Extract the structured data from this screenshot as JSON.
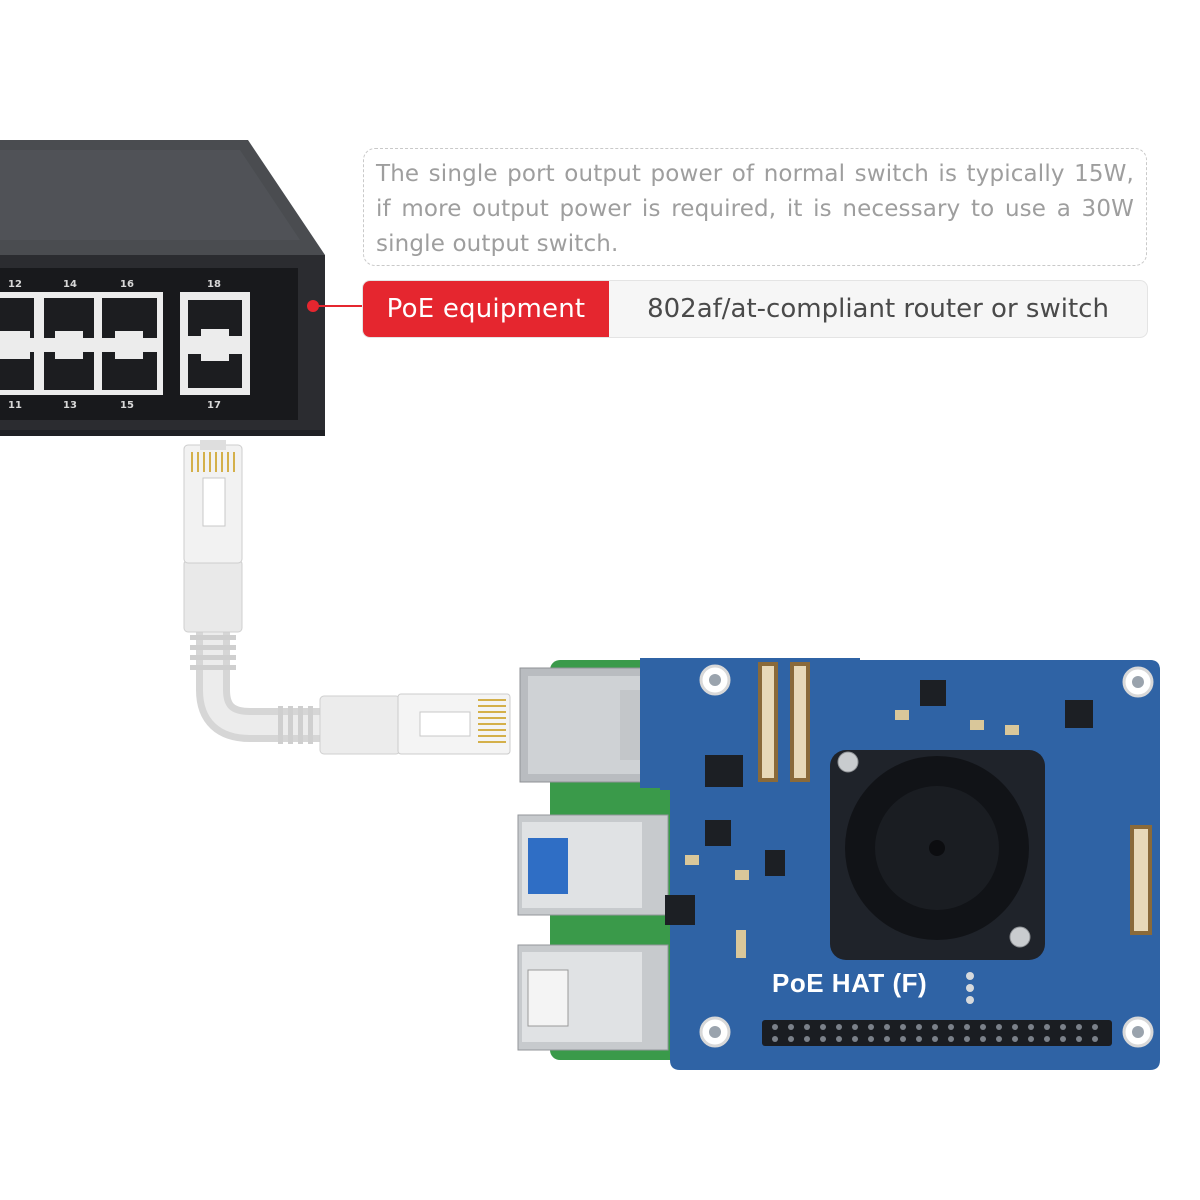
{
  "note": {
    "text": "The single port output power of normal switch is typically 15W, if more output power is required, it is necessary to use a 30W single output switch."
  },
  "poe": {
    "label": "PoE equipment",
    "value": "802af/at-compliant router or switch",
    "accent_color": "#e5262f"
  },
  "switch": {
    "port_numbers_top": [
      "12",
      "14",
      "16",
      "18"
    ],
    "port_numbers_bottom": [
      "11",
      "13",
      "15",
      "17"
    ]
  },
  "board": {
    "label": "PoE HAT (F)",
    "pcb_color": "#2f63a5",
    "base_color": "#3a9a4a"
  }
}
